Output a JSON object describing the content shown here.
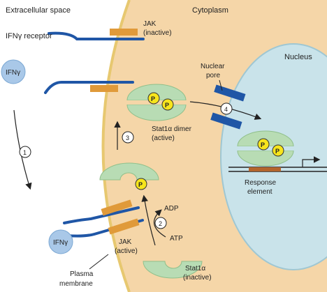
{
  "regions": {
    "extracellular": "Extracellular space",
    "cytoplasm": "Cytoplasm",
    "nucleus": "Nucleus",
    "plasma_membrane": [
      "Plasma",
      "membrane"
    ]
  },
  "labels": {
    "ifn_receptor": "IFNγ receptor",
    "jak_inactive": [
      "JAK",
      "(inactive)"
    ],
    "jak_active": [
      "JAK",
      "(active)"
    ],
    "nuclear_pore": [
      "Nuclear",
      "pore"
    ],
    "stat_dimer": [
      "Stat1α dimer",
      "(active)"
    ],
    "stat_inactive": [
      "Stat1α",
      "(inactive)"
    ],
    "response_element": [
      "Response",
      "element"
    ],
    "adp": "ADP",
    "atp": "ATP",
    "ifn_ligand": "IFNγ",
    "phosphate": "P"
  },
  "steps": [
    "1",
    "2",
    "3",
    "4"
  ],
  "colors": {
    "cytoplasm": "#f5d6a8",
    "membrane": "#e7c870",
    "nucleus": "#c9e3ea",
    "receptor": "#1f56a6",
    "jak": "#e09a3a",
    "stat": "#b8dcb4",
    "phosphate": "#f7e51c",
    "ifn": "#a9c8e8",
    "response_element": "#b3652d"
  }
}
